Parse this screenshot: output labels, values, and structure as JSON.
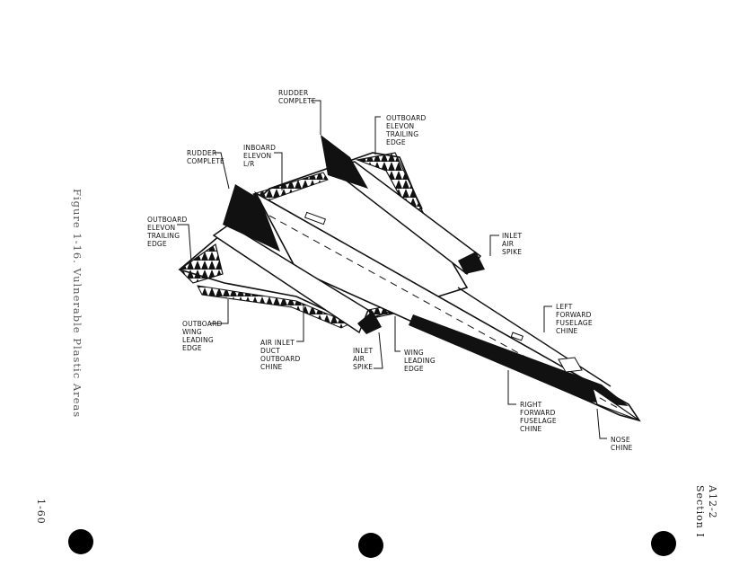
{
  "figure_caption": "Figure 1-16.  Vulnerable Plastic Areas",
  "page_number": "1-60",
  "section": {
    "code": "A12-2",
    "name": "Section I"
  },
  "callouts": {
    "rudder_right": [
      "RUDDER",
      "COMPLETE"
    ],
    "outboard_elevon_right": [
      "OUTBOARD",
      "ELEVON",
      "TRAILING",
      "EDGE"
    ],
    "inboard_elevon": [
      "INBOARD",
      "ELEVON",
      "L/R"
    ],
    "rudder_left": [
      "RUDDER",
      "COMPLETE"
    ],
    "outboard_elevon_left": [
      "OUTBOARD",
      "ELEVON",
      "TRAILING",
      "EDGE"
    ],
    "inlet_spike_right": [
      "INLET",
      "AIR",
      "SPIKE"
    ],
    "left_forward_chine": [
      "LEFT",
      "FORWARD",
      "FUSELAGE",
      "CHINE"
    ],
    "outboard_wing_le": [
      "OUTBOARD",
      "WING",
      "LEADING",
      "EDGE"
    ],
    "air_inlet_duct": [
      "AIR INLET",
      "DUCT",
      "OUTBOARD",
      "CHINE"
    ],
    "inlet_spike_lower": [
      "INLET",
      "AIR",
      "SPIKE"
    ],
    "wing_le": [
      "WING",
      "LEADING",
      "EDGE"
    ],
    "right_forward_chine": [
      "RIGHT",
      "FORWARD",
      "FUSELAGE",
      "CHINE"
    ],
    "nose_chine": [
      "NOSE",
      "CHINE"
    ]
  }
}
